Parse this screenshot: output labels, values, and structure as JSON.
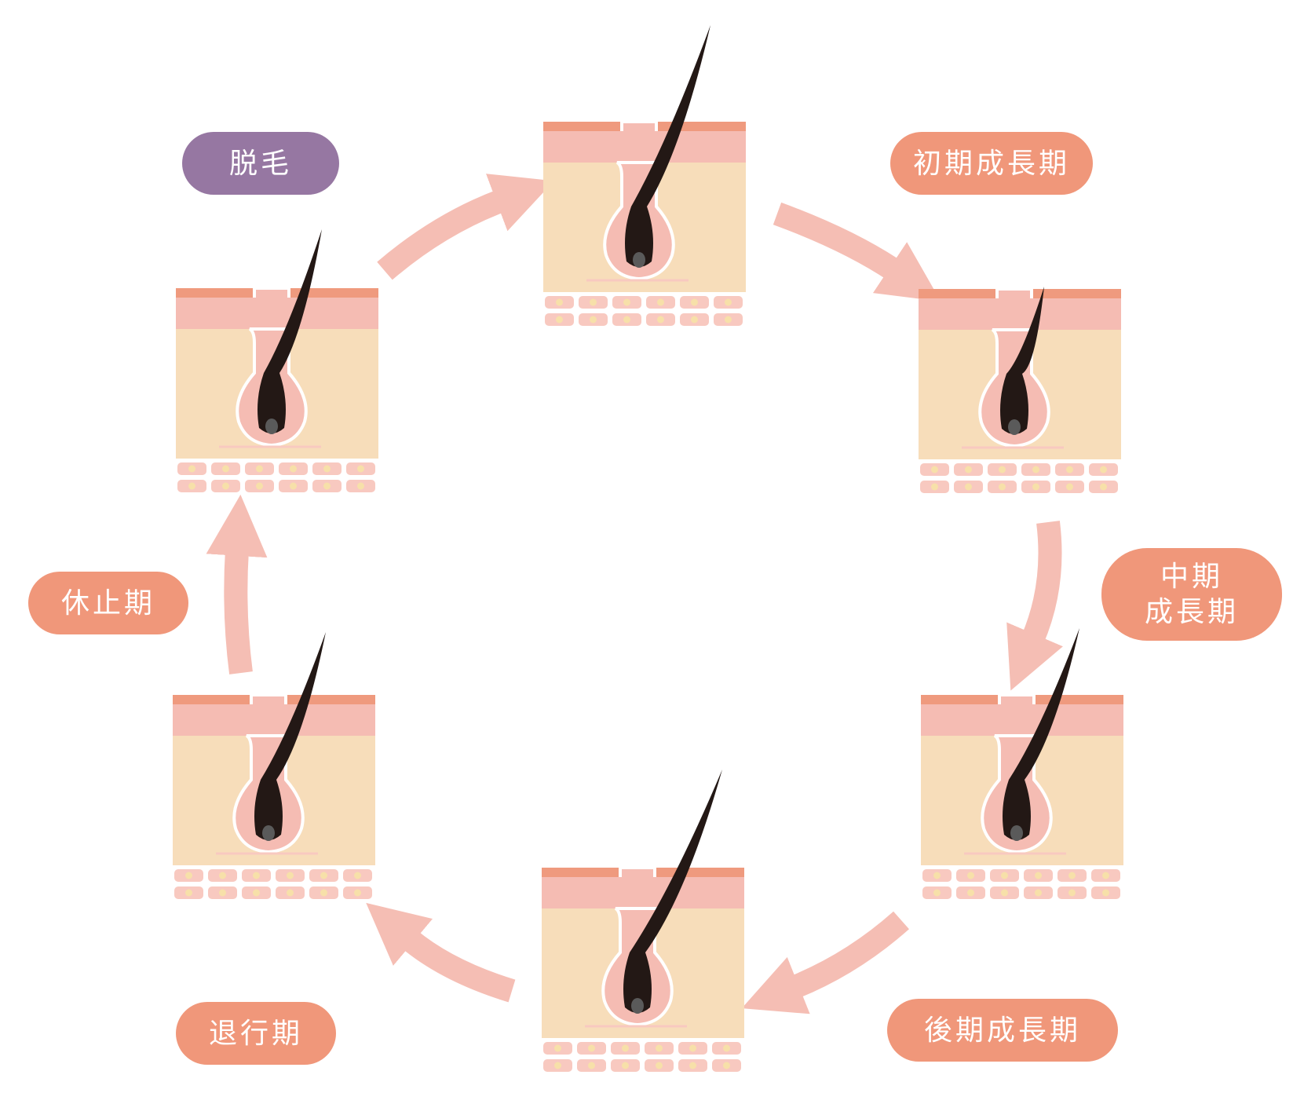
{
  "colors": {
    "accent": "#F0977A",
    "shed": "#9677A2",
    "arrow": "#F5BEB4",
    "epidermis_top": "#EF9A7E",
    "epidermis": "#F5BCB3",
    "dermis": "#F7DDBA",
    "cell": "#F8C9C0",
    "cell_nucleus": "#F7E0A9",
    "hair": "#231815",
    "papilla": "#5A5A5A"
  },
  "stages": [
    {
      "id": "shedding",
      "label": "脱毛",
      "color_key": "shed",
      "hair": "shedding-with-new-hair-icon"
    },
    {
      "id": "early-anagen",
      "label": "初期成長期",
      "color_key": "accent",
      "hair": "short-hair-icon"
    },
    {
      "id": "mid-anagen",
      "label": "中期\n成長期",
      "color_key": "accent",
      "hair": "medium-hair-icon"
    },
    {
      "id": "late-anagen",
      "label": "後期成長期",
      "color_key": "accent",
      "hair": "long-hair-icon"
    },
    {
      "id": "catagen",
      "label": "退行期",
      "color_key": "accent",
      "hair": "regressing-hair-icon"
    },
    {
      "id": "telogen",
      "label": "休止期",
      "color_key": "accent",
      "hair": "resting-hair-icon"
    }
  ]
}
